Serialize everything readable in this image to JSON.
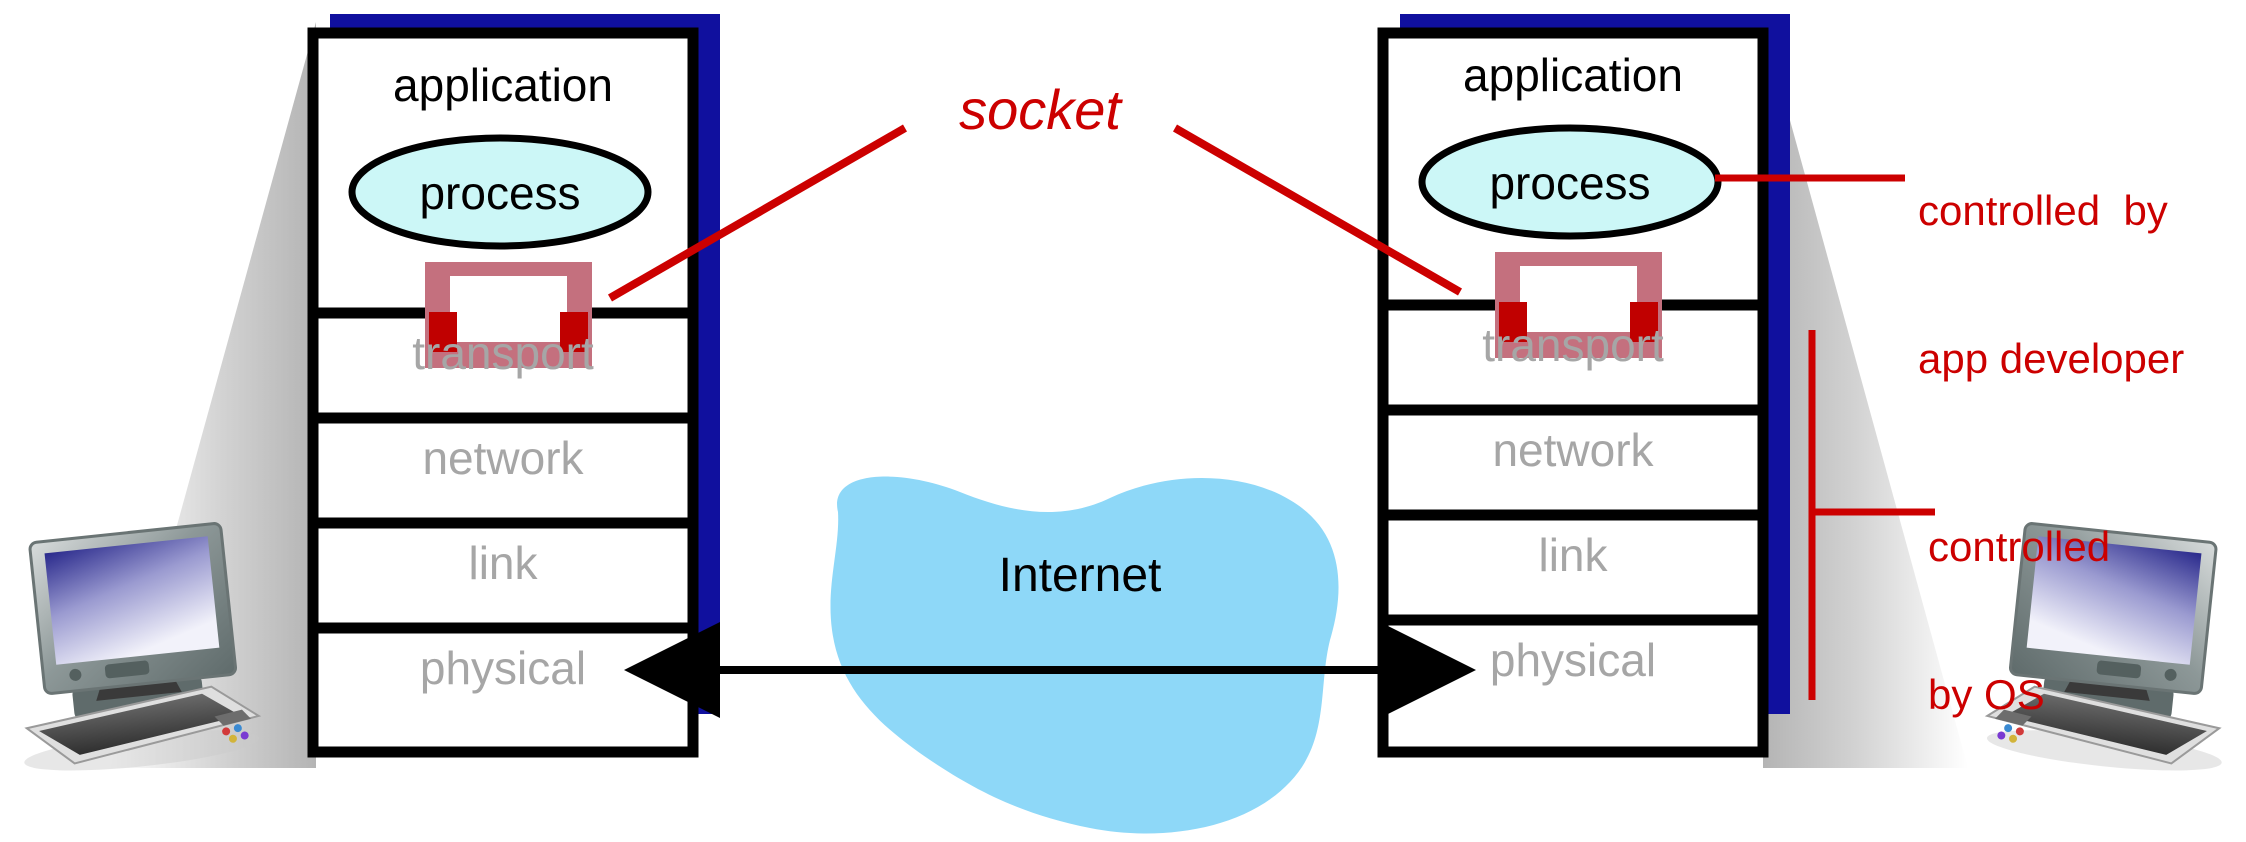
{
  "figure": {
    "title": "socket",
    "internet_label": "Internet"
  },
  "colors": {
    "stack_border": "#000000",
    "stack_fill": "#FFFFFF",
    "shadow_navy": "#10109E",
    "process_fill": "#CCF7F7",
    "process_stroke": "#000000",
    "socket_frame": "#C4707E",
    "socket_inner": "#FFFFFF",
    "socket_pin": "#C00000",
    "internet_cloud": "#8ED8F8",
    "annotation_red": "#CC0000",
    "layer_text_gray": "#A6A6A6",
    "wedge_gray": "#BFBFBF",
    "monitor_screen_top": "#2A2A8C",
    "monitor_bezel": "#6E7B7B"
  },
  "left_host": {
    "name": "left-host",
    "process": "process",
    "socket_icon": "socket-icon",
    "layers": [
      {
        "id": "application",
        "label": "application",
        "text_color": "#000000"
      },
      {
        "id": "transport",
        "label": "transport",
        "text_color": "#A6A6A6"
      },
      {
        "id": "network",
        "label": "network",
        "text_color": "#A6A6A6"
      },
      {
        "id": "link",
        "label": "link",
        "text_color": "#A6A6A6"
      },
      {
        "id": "physical",
        "label": "physical",
        "text_color": "#A6A6A6"
      }
    ]
  },
  "right_host": {
    "name": "right-host",
    "process": "process",
    "socket_icon": "socket-icon",
    "layers": [
      {
        "id": "application",
        "label": "application",
        "text_color": "#000000"
      },
      {
        "id": "transport",
        "label": "transport",
        "text_color": "#A6A6A6"
      },
      {
        "id": "network",
        "label": "network",
        "text_color": "#A6A6A6"
      },
      {
        "id": "link",
        "label": "link",
        "text_color": "#A6A6A6"
      },
      {
        "id": "physical",
        "label": "physical",
        "text_color": "#A6A6A6"
      }
    ]
  },
  "annotations": {
    "socket": "socket",
    "app_developer": {
      "line1": "controlled  by",
      "line2": "app developer"
    },
    "os": {
      "line1": "controlled",
      "line2": "by OS"
    }
  },
  "devices": {
    "left_computer": "desktop-computer",
    "right_computer": "desktop-computer"
  }
}
